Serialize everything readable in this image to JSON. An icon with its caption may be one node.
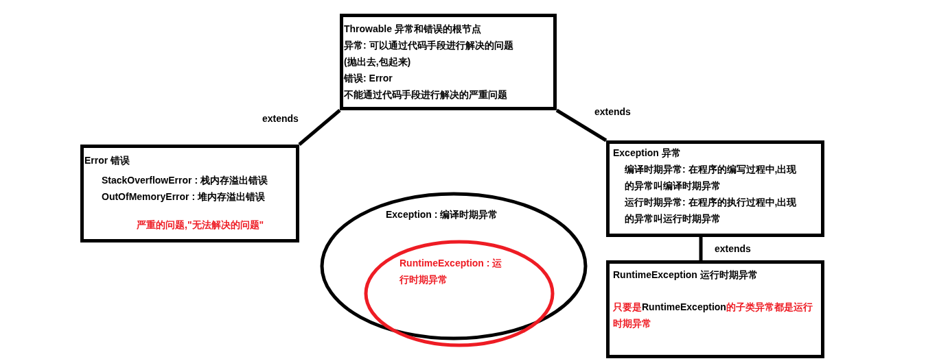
{
  "diagram": {
    "nodes": [
      {
        "text": [
          "Throwable 异常和错误的根节点",
          "异常: 可以通过代码手段进行解决的问题",
          "(抛出去,包起来)",
          "错误: Error",
          "不能通过代码手段进行解决的严重问题"
        ]
      },
      {
        "text": [
          "Error 错误",
          "StackOverflowError : 栈内存溢出错误",
          "OutOfMemoryError : 堆内存溢出错误",
          "严重的问题,\"无法解决的问题\""
        ]
      },
      {
        "text": [
          "Exception 异常",
          "编译时期异常: 在程序的编写过程中,出现的异常叫编译时期异常",
          "运行时期异常: 在程序的执行过程中,出现的异常叫运行时期异常"
        ]
      },
      {
        "text": [
          "RuntimeException 运行时期异常",
          "只要是**RuntimeException**的子类异常都是运行时期异常"
        ]
      },
      {
        "text": [
          "Exception : 编译时期异常"
        ]
      },
      {
        "text": [
          "RuntimeException : 运行时期异常"
        ],
        "in": 4
      }
    ],
    "edges": [
      {
        "from": 0,
        "to": 1,
        "arrow": "none",
        "label": "extends"
      },
      {
        "from": 0,
        "to": 2,
        "arrow": "none",
        "label": "extends"
      },
      {
        "from": 2,
        "to": 3,
        "arrow": "none",
        "label": "extends"
      }
    ]
  }
}
